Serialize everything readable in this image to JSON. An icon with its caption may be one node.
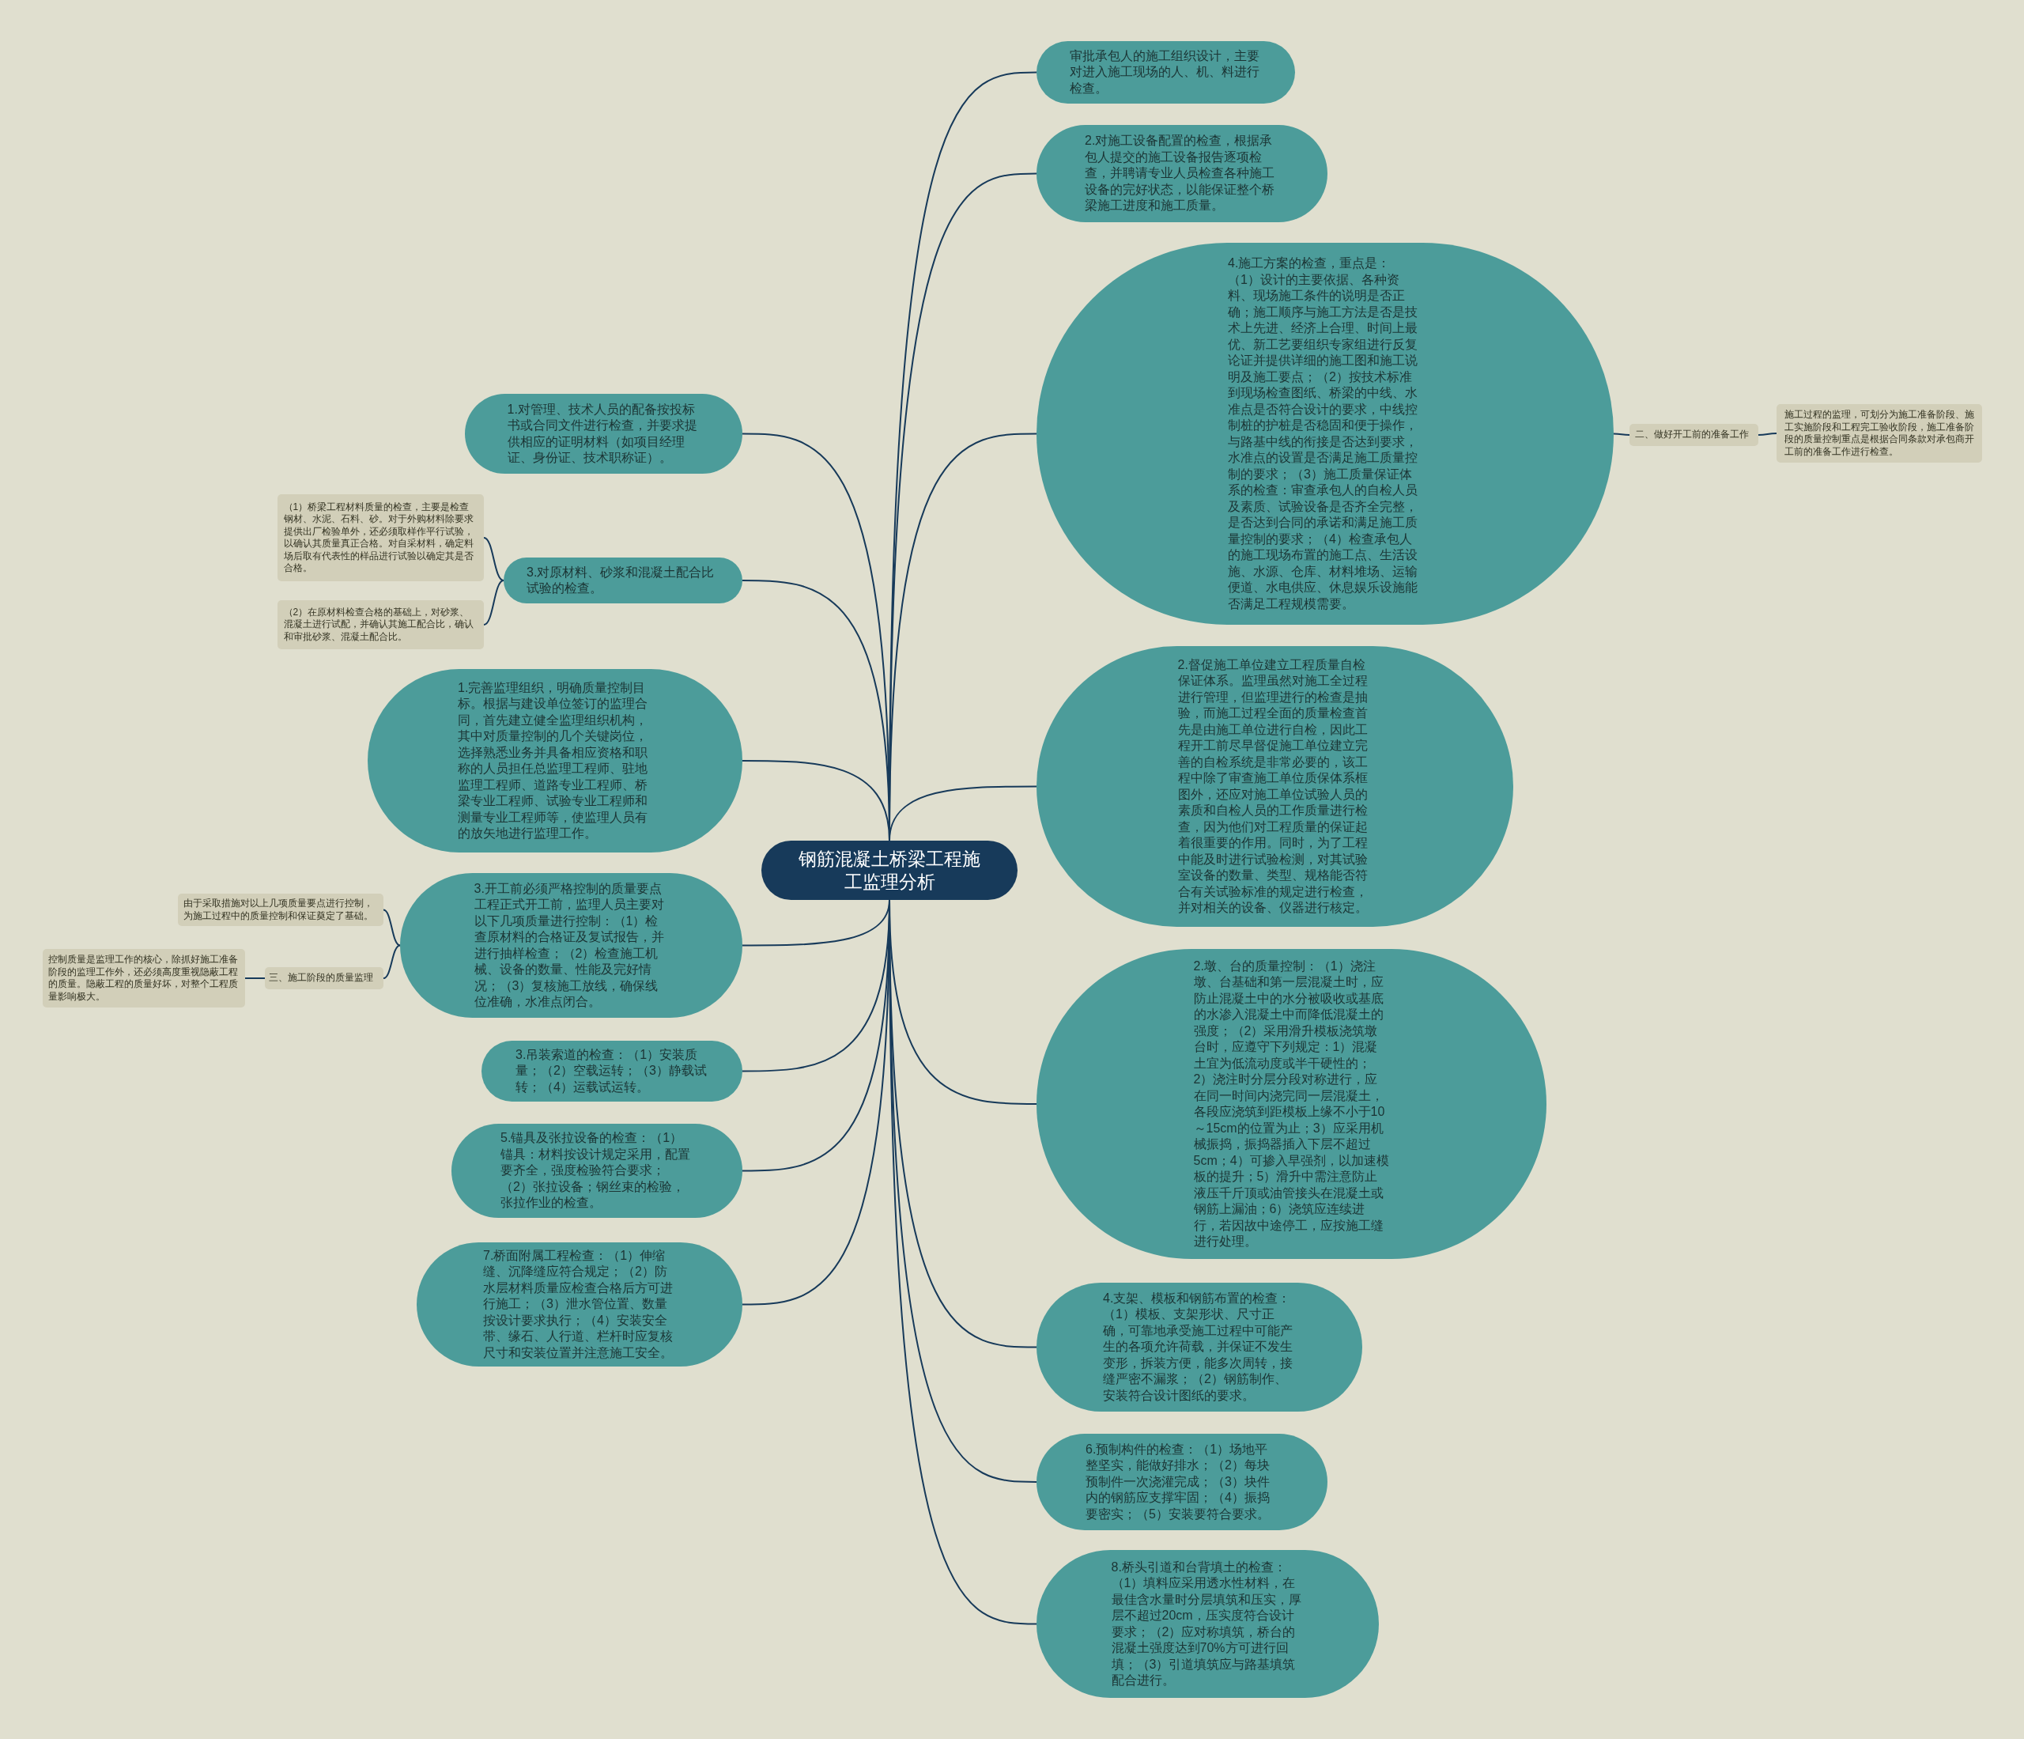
{
  "diagram": {
    "nodes": [
      {
        "text": [
          "钢筋混凝土桥梁工程施工监理分析"
        ]
      },
      {
        "text": [
          "审批承包人的施工组织设计，主要对进入施工现场的人、机、料进行检查。"
        ]
      },
      {
        "text": [
          "2.对施工设备配置的检查，根据承包人提交的施工设备报告逐项检查，并聘请专业人员检查各种施工设备的完好状态，以能保证整个桥梁施工进度和施工质量。"
        ]
      },
      {
        "text": [
          "4.施工方案的检查，重点是：（1）设计的主要依据、各种资料、现场施工条件的说明是否正确；施工顺序与施工方法是否是技术上先进、经济上合理、时间上最优、新工艺要组织专家组进行反复论证并提供详细的施工图和施工说明及施工要点；（2）按技术标准到现场检查图纸、桥梁的中线、水准点是否符合设计的要求，中线控制桩的护桩是否稳固和便于操作，与路基中线的衔接是否达到要求，水准点的设置是否满足施工质量控制的要求；（3）施工质量保证体系的检查：审查承包人的自检人员及素质、试验设备是否齐全完整，是否达到合同的承诺和满足施工质量控制的要求；（4）检查承包人的施工现场布置的施工点、生活设施、水源、仓库、材料堆场、运输便道、水电供应、休息娱乐设施能否满足工程规模需要。"
        ]
      },
      {
        "text": [
          "二、做好开工前的准备工作"
        ]
      },
      {
        "text": [
          "施工过程的监理，可划分为施工准备阶段、施工实施阶段和工程完工验收阶段，施工准备阶段的质量控制重点是根据合同条款对承包商开工前的准备工作进行检查。"
        ]
      },
      {
        "text": [
          "2.督促施工单位建立工程质量自检保证体系。监理虽然对施工全过程进行管理，但监理进行的检查是抽验，而施工过程全面的质量检查首先是由施工单位进行自检，因此工程开工前尽早督促施工单位建立完善的自检系统是非常必要的，该工程中除了审查施工单位质保体系框图外，还应对施工单位试验人员的素质和自检人员的工作质量进行检查，因为他们对工程质量的保证起着很重要的作用。同时，为了工程中能及时进行试验检测，对其试验室设备的数量、类型、规格能否符合有关试验标准的规定进行检查，并对相关的设备、仪器进行核定。"
        ]
      },
      {
        "text": [
          "2.墩、台的质量控制：（1）浇注墩、台基础和第一层混凝土时，应防止混凝土中的水分被吸收或基底的水渗入混凝土中而降低混凝土的强度；（2）采用滑升模板浇筑墩台时，应遵守下列规定：1）混凝土宜为低流动度或半干硬性的；2）浇注时分层分段对称进行，应在同一时间内浇完同一层混凝土，各段应浇筑到距模板上缘不小于10～15cm的位置为止；3）应采用机械振捣，振捣器插入下层不超过5cm；4）可掺入早强剂，以加速模板的提升；5）滑升中需注意防止液压千斤顶或油管接头在混凝土或钢筋上漏油；6）浇筑应连续进行，若因故中途停工，应按施工缝进行处理。"
        ]
      },
      {
        "text": [
          "4.支架、模板和钢筋布置的检查：（1）模板、支架形状、尺寸正确，可靠地承受施工过程中可能产生的各项允许荷载，并保证不发生变形，拆装方便，能多次周转，接缝严密不漏浆；（2）钢筋制作、安装符合设计图纸的要求。"
        ]
      },
      {
        "text": [
          "6.预制构件的检查：（1）场地平整坚实，能做好排水；（2）每块预制件一次浇灌完成；（3）块件内的钢筋应支撑牢固；（4）振捣要密实；（5）安装要符合要求。"
        ]
      },
      {
        "text": [
          "8.桥头引道和台背填土的检查：（1）填料应采用透水性材料，在最佳含水量时分层填筑和压实，厚层不超过20cm，压实度符合设计要求；（2）应对称填筑，桥台的混凝土强度达到70%方可进行回填；（3）引道填筑应与路基填筑配合进行。"
        ]
      },
      {
        "text": [
          "1.对管理、技术人员的配备按投标书或合同文件进行检查，并要求提供相应的证明材料（如项目经理证、身份证、技术职称证）。"
        ]
      },
      {
        "text": [
          "3.对原材料、砂浆和混凝土配合比试验的检查。"
        ]
      },
      {
        "text": [
          "（1）桥梁工程材料质量的检查，主要是检查钢材、水泥、石料、砂。对于外购材料除要求提供出厂检验单外，还必须取样作平行试验，以确认其质量真正合格。对自采材料，确定料场后取有代表性的样品进行试验以确定其是否合格。"
        ]
      },
      {
        "text": [
          "（2）在原材料检查合格的基础上，对砂浆、混凝土进行试配，并确认其施工配合比，确认和审批砂浆、混凝土配合比。"
        ]
      },
      {
        "text": [
          "1.完善监理组织，明确质量控制目标。根据与建设单位签订的监理合同，首先建立健全监理组织机构，其中对质量控制的几个关键岗位，选择熟悉业务并具备相应资格和职称的人员担任总监理工程师、驻地监理工程师、道路专业工程师、桥梁专业工程师、试验专业工程师和测量专业工程师等，使监理人员有的放矢地进行监理工作。"
        ]
      },
      {
        "text": [
          "3.开工前必须严格控制的质量要点工程正式开工前，监理人员主要对以下几项质量进行控制：（1）检查原材料的合格证及复试报告，并进行抽样检查；（2）检查施工机械、设备的数量、性能及完好情况；（3）复核施工放线，确保线位准确，水准点闭合。"
        ]
      },
      {
        "text": [
          "由于采取措施对以上几项质量要点进行控制，为施工过程中的质量控制和保证奠定了基础。"
        ]
      },
      {
        "text": [
          "三、施工阶段的质量监理"
        ]
      },
      {
        "text": [
          "控制质量是监理工作的核心，除抓好施工准备阶段的监理工作外，还必须高度重视隐蔽工程的质量。隐蔽工程的质量好坏，对整个工程质量影响极大。"
        ]
      },
      {
        "text": [
          "3.吊装索道的检查：（1）安装质量；（2）空载运转；（3）静载试转；（4）运载试运转。"
        ]
      },
      {
        "text": [
          "5.锚具及张拉设备的检查：（1）锚具：材料按设计规定采用，配置要齐全，强度检验符合要求；（2）张拉设备；钢丝束的检验，张拉作业的检查。"
        ]
      },
      {
        "text": [
          "7.桥面附属工程检查：（1）伸缩缝、沉降缝应符合规定；（2）防水层材料质量应检查合格后方可进行施工；（3）泄水管位置、数量按设计要求执行；（4）安装安全带、缘石、人行道、栏杆时应复核尺寸和安装位置并注意施工安全。"
        ]
      }
    ],
    "edges": [
      {
        "from": 0,
        "to": 1,
        "arrow": "none"
      },
      {
        "from": 0,
        "to": 2,
        "arrow": "none"
      },
      {
        "from": 0,
        "to": 3,
        "arrow": "none"
      },
      {
        "from": 3,
        "to": 4,
        "arrow": "none"
      },
      {
        "from": 4,
        "to": 5,
        "arrow": "none"
      },
      {
        "from": 0,
        "to": 6,
        "arrow": "none"
      },
      {
        "from": 0,
        "to": 7,
        "arrow": "none"
      },
      {
        "from": 0,
        "to": 8,
        "arrow": "none"
      },
      {
        "from": 0,
        "to": 9,
        "arrow": "none"
      },
      {
        "from": 0,
        "to": 10,
        "arrow": "none"
      },
      {
        "from": 0,
        "to": 11,
        "arrow": "none"
      },
      {
        "from": 0,
        "to": 12,
        "arrow": "none"
      },
      {
        "from": 12,
        "to": 13,
        "arrow": "none"
      },
      {
        "from": 12,
        "to": 14,
        "arrow": "none"
      },
      {
        "from": 0,
        "to": 15,
        "arrow": "none"
      },
      {
        "from": 0,
        "to": 16,
        "arrow": "none"
      },
      {
        "from": 16,
        "to": 17,
        "arrow": "none"
      },
      {
        "from": 16,
        "to": 18,
        "arrow": "none"
      },
      {
        "from": 18,
        "to": 19,
        "arrow": "none"
      },
      {
        "from": 0,
        "to": 20,
        "arrow": "none"
      },
      {
        "from": 0,
        "to": 21,
        "arrow": "none"
      },
      {
        "from": 0,
        "to": 22,
        "arrow": "none"
      }
    ]
  }
}
